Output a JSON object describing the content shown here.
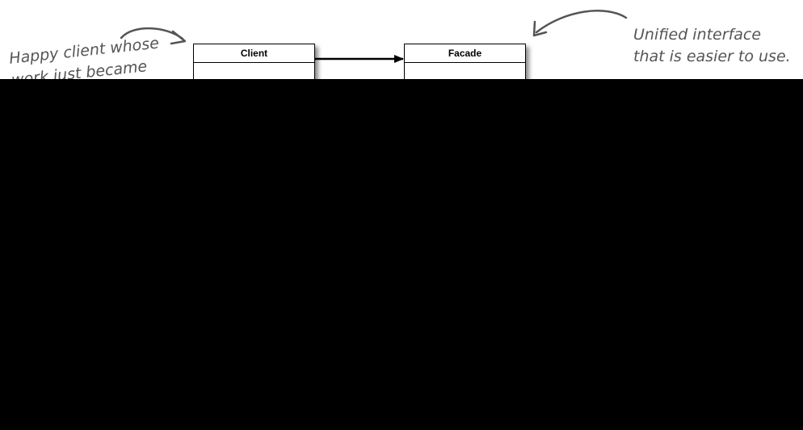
{
  "diagram": {
    "client_box": {
      "title": "Client"
    },
    "facade_box": {
      "title": "Facade"
    },
    "annotations": {
      "client_note": "Happy client whose\nwork just became",
      "facade_note": "Unified interface\nthat is easier to use."
    },
    "colors": {
      "annotation_text": "#555555",
      "box_border": "#000000",
      "arrow": "#000000",
      "overlay": "#000000"
    }
  }
}
